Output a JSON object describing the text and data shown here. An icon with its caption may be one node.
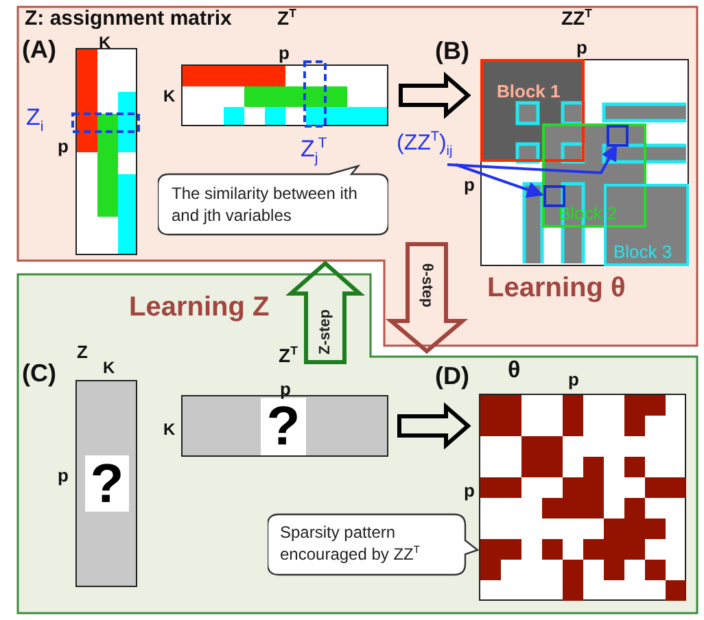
{
  "diagram": {
    "nodes": [
      {
        "text": [
          "Learning θ"
        ]
      },
      {
        "text": [],
        "shape": "box",
        "in": 0
      },
      {
        "text": [],
        "shape": "box",
        "in": 0
      },
      {
        "text": [],
        "shape": "box",
        "in": 0
      },
      {
        "text": [
          "Block 1"
        ],
        "in": 3
      },
      {
        "text": [
          "Block 2"
        ],
        "in": 3
      },
      {
        "text": [
          "Block 3"
        ],
        "in": 3
      },
      {
        "text": [],
        "shape": "box",
        "in": 5
      },
      {
        "text": [],
        "shape": "box",
        "in": 5
      },
      {
        "text": [
          "(ZZ$^{T}$)$_{ij}$"
        ],
        "in": 0
      },
      {
        "text": [
          "The similarity between ith and jth variables"
        ],
        "in": 0
      },
      {
        "text": [
          "Learning Z"
        ]
      },
      {
        "text": [
          "?"
        ],
        "in": 11
      },
      {
        "text": [
          "?"
        ],
        "in": 11
      },
      {
        "text": [],
        "shape": "box",
        "in": 11
      },
      {
        "text": [
          "Sparsity pattern encouraged by ZZ$^{T}$"
        ],
        "in": 11
      }
    ],
    "edges": [
      {
        "from": 2,
        "to": 3,
        "arrow": "to",
        "style": "thick"
      },
      {
        "from": 9,
        "to": 7,
        "arrow": "to",
        "color": "#2233ee"
      },
      {
        "from": 9,
        "to": 8,
        "arrow": "to",
        "color": "#2233ee"
      },
      {
        "from": 0,
        "to": 11,
        "arrow": "to",
        "style": "thick",
        "label": "θ-step",
        "color": "#a0463f"
      },
      {
        "from": 11,
        "to": 0,
        "arrow": "to",
        "style": "thick",
        "label": "Z-step",
        "color": "#1e7d1e"
      },
      {
        "from": 13,
        "to": 14,
        "arrow": "to",
        "style": "thick"
      }
    ],
    "labels": [
      "Z: assignment matrix",
      "Z$^{T}$",
      "(A)",
      "K",
      "Z$_{i}$",
      "p",
      "p",
      "K",
      "Z$_{j}$$^{T}$",
      "ZZ$^{T}$",
      "(B)",
      "p",
      "p",
      "(C)",
      "Z",
      "K",
      "p",
      "Z$^{T}$",
      "p",
      "K",
      "(D)",
      "θ",
      "p",
      "p"
    ]
  }
}
